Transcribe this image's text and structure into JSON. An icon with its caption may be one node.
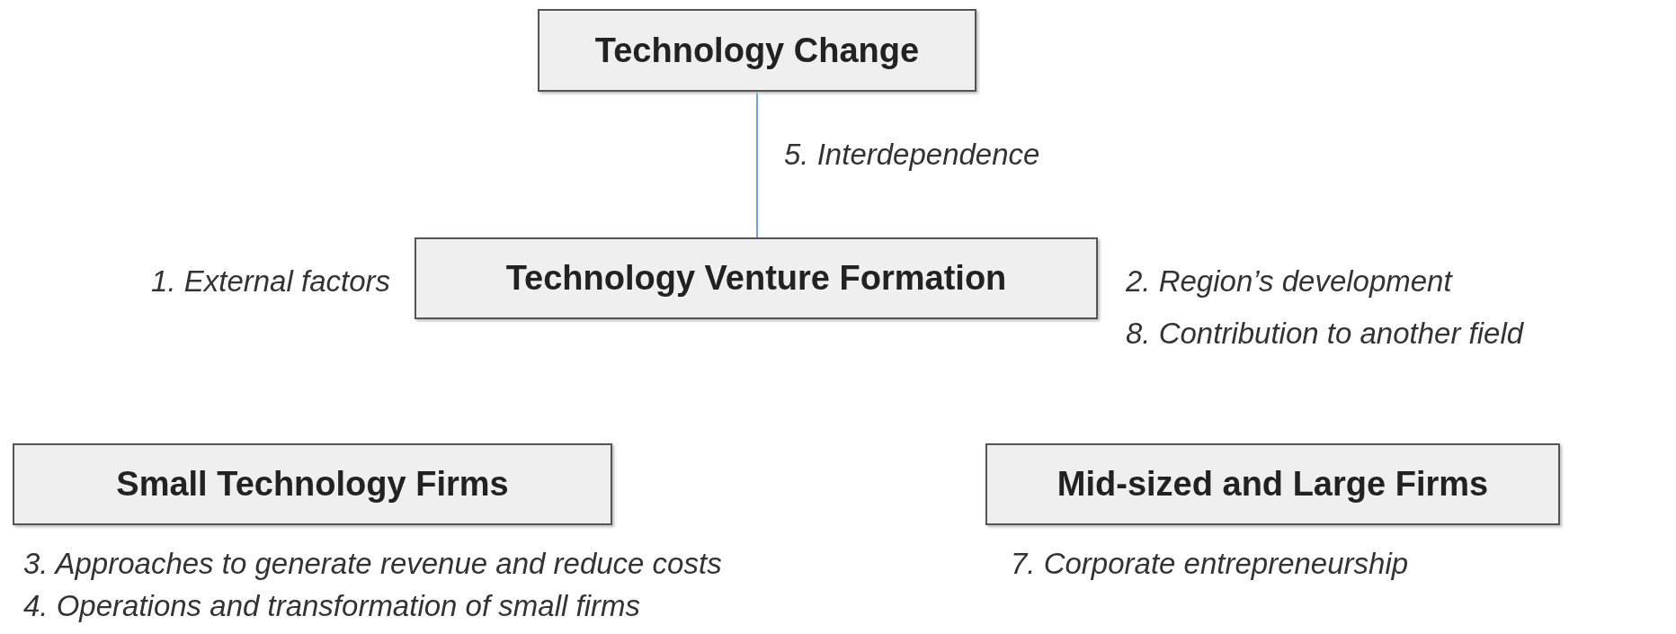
{
  "diagram": {
    "nodes": [
      {
        "text": [
          "Technology Change"
        ]
      },
      {
        "text": [
          "Technology Venture Formation"
        ],
        "beside": [
          "1. External factors",
          "2. Region’s development",
          "8. Contribution to another field"
        ]
      },
      {
        "text": [
          "Small Technology Firms"
        ],
        "beside": [
          "3. Approaches to generate revenue and reduce costs",
          "4. Operations and transformation of small firms"
        ]
      },
      {
        "text": [
          "Mid-sized and Large Firms"
        ],
        "beside": [
          "7. Corporate entrepreneurship"
        ]
      }
    ],
    "edges": [
      {
        "from": 0,
        "to": 1,
        "arrow": "none",
        "label": "5. Interdependence",
        "color": "#5b9bd5"
      }
    ]
  }
}
